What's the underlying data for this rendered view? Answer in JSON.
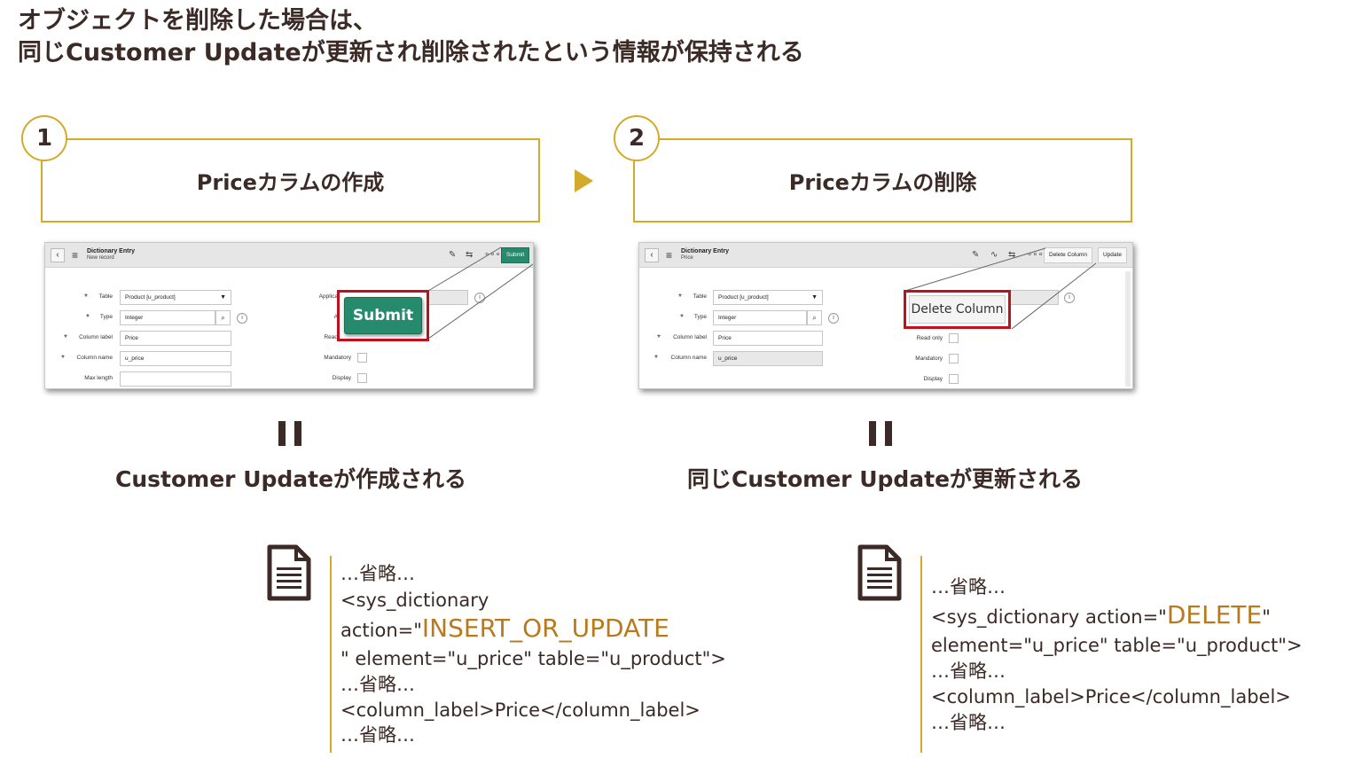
{
  "title": {
    "line1": "オブジェクトを削除した場合は、",
    "line2": "同じCustomer Updateが更新され削除されたという情報が保持される"
  },
  "colors": {
    "accent": "#d4aa2a",
    "text": "#3b2a26",
    "highlight": "#b87a1c",
    "submit_green": "#268a6c",
    "callout_red": "#c0101c"
  },
  "step1": {
    "number": "1",
    "label": "Priceカラムの作成",
    "screenshot": {
      "header_title": "Dictionary Entry",
      "header_sub": "New record",
      "submit_button": "Submit",
      "fields": [
        {
          "label": "Table",
          "value": "Product [u_product]"
        },
        {
          "label": "Type",
          "value": "Integer"
        },
        {
          "label": "Column label",
          "value": "Price"
        },
        {
          "label": "Column name",
          "value": "u_price"
        },
        {
          "label": "Max length",
          "value": ""
        }
      ],
      "right_labels": {
        "application": "Applica",
        "active": "A",
        "read_only": "Read",
        "mandatory": "Mandatory",
        "display": "Display"
      },
      "zoom_button": "Submit"
    },
    "result": "Customer Updateが作成される",
    "code": {
      "line1": "…省略…",
      "line2": "<sys_dictionary",
      "line3_prefix": "action=\"",
      "line3_highlight": "INSERT_OR_UPDATE",
      "line4": "\" element=\"u_price\" table=\"u_product\">",
      "line5": "…省略…",
      "line6": "<column_label>Price</column_label>",
      "line7": "…省略…"
    }
  },
  "step2": {
    "number": "2",
    "label": "Priceカラムの削除",
    "screenshot": {
      "header_title": "Dictionary Entry",
      "header_sub": "Price",
      "delete_button": "Delete Column",
      "update_button": "Update",
      "fields": [
        {
          "label": "Table",
          "value": "Product [u_product]"
        },
        {
          "label": "Type",
          "value": "Integer"
        },
        {
          "label": "Column label",
          "value": "Price"
        },
        {
          "label": "Column name",
          "value": "u_price"
        }
      ],
      "right_labels": {
        "read_only": "Read only",
        "mandatory": "Mandatory",
        "display": "Display"
      },
      "zoom_button": "Delete Column"
    },
    "result": "同じCustomer Updateが更新される",
    "code": {
      "line1": "…省略…",
      "line2_prefix": "<sys_dictionary action=\"",
      "line2_highlight": "DELETE",
      "line2_suffix": "\"",
      "line3": "element=\"u_price\" table=\"u_product\">",
      "line4": "…省略…",
      "line5": "<column_label>Price</column_label>",
      "line6": "…省略…"
    }
  }
}
